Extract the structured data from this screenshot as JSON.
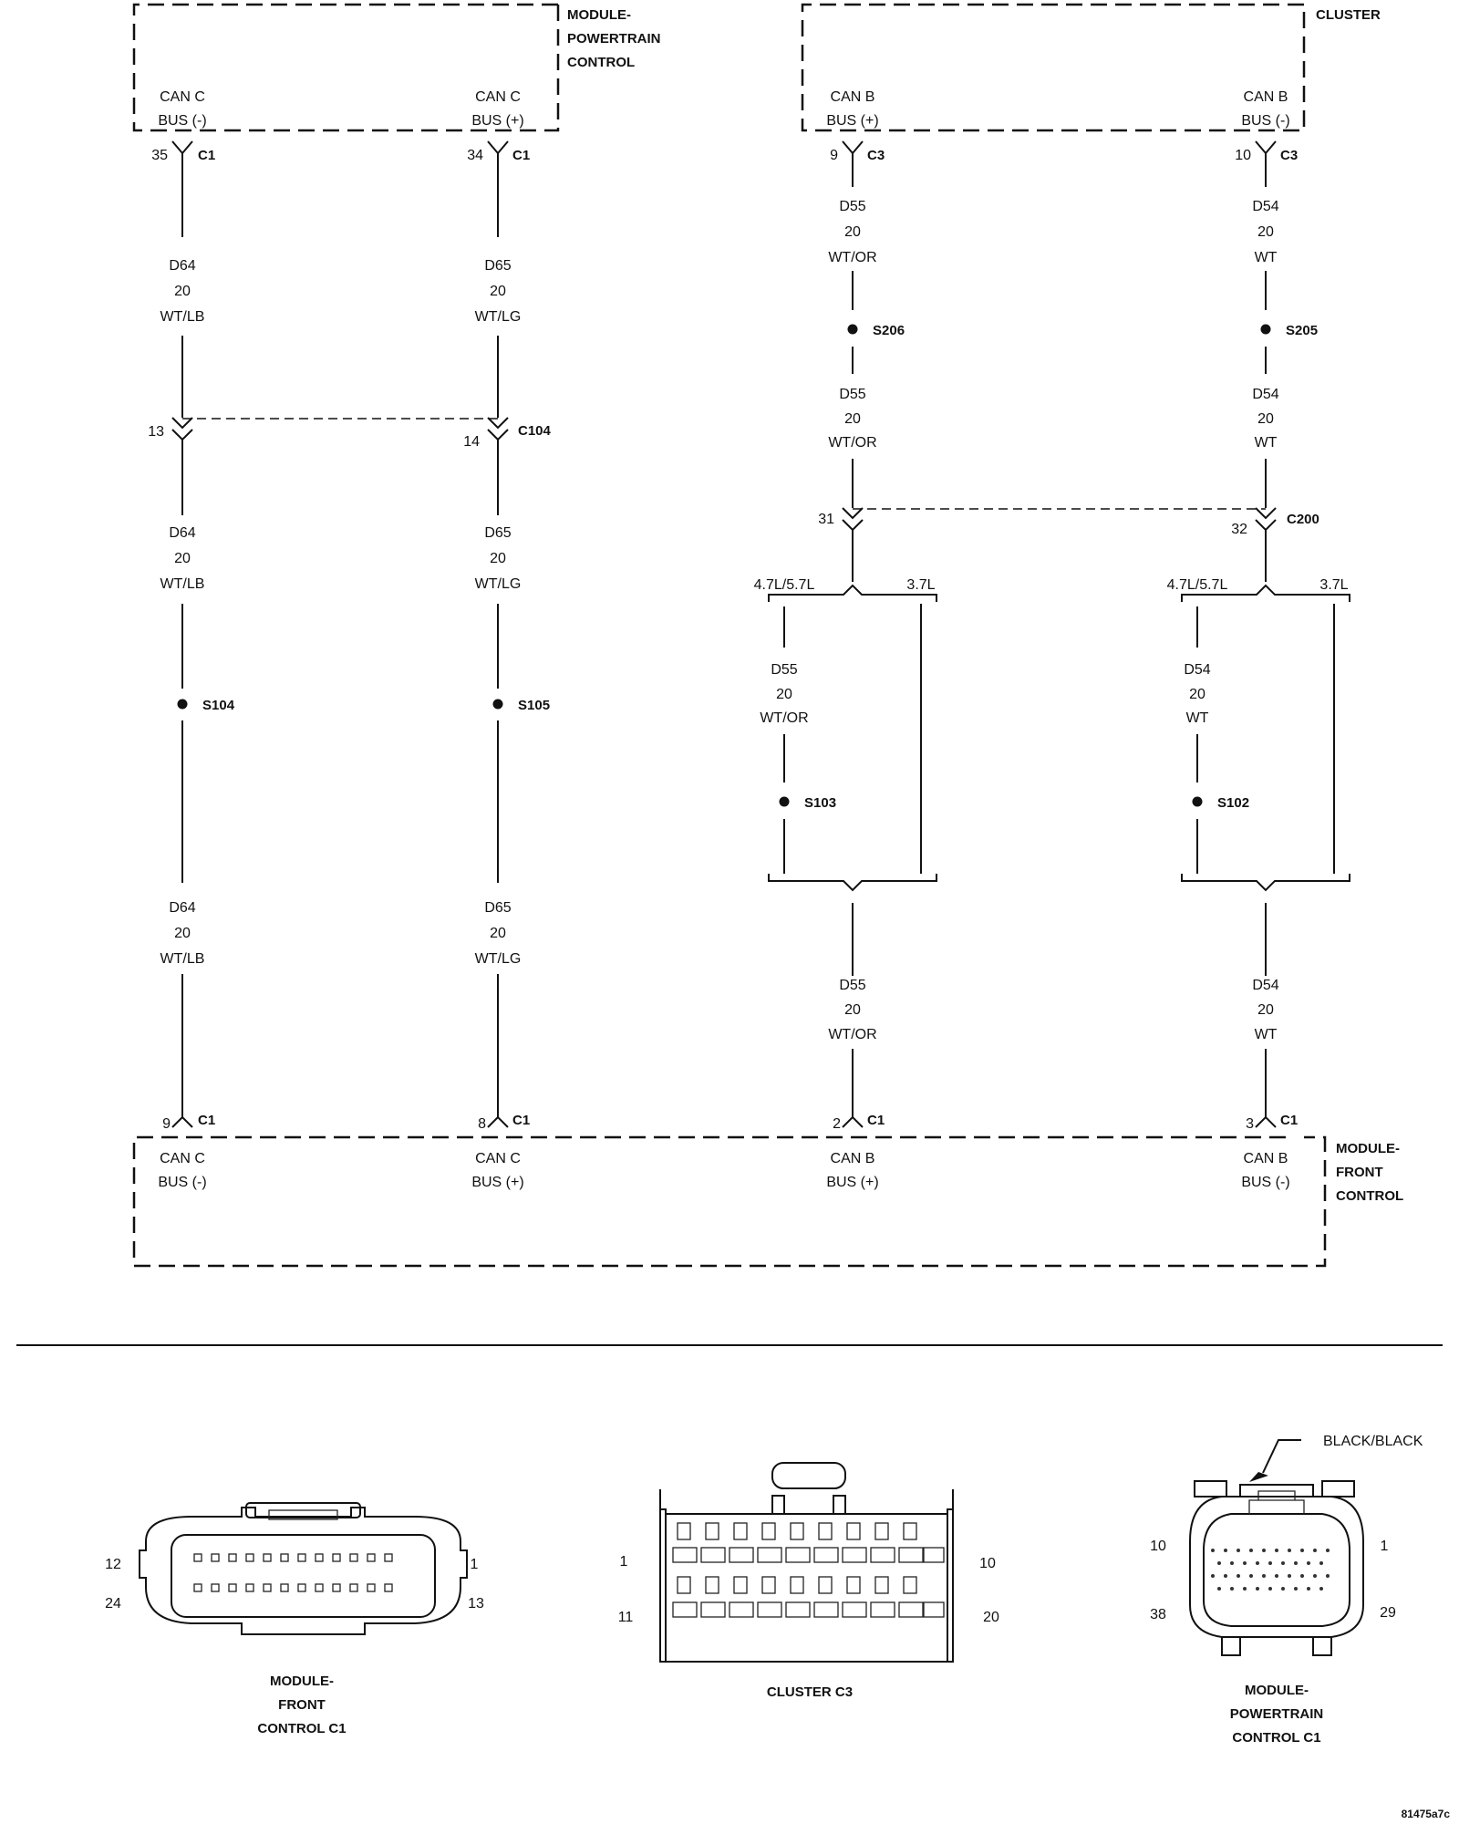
{
  "modules": {
    "pcm": {
      "name": [
        "MODULE-",
        "POWERTRAIN",
        "CONTROL"
      ]
    },
    "cluster": {
      "name": [
        "CLUSTER"
      ]
    },
    "fcm": {
      "name": [
        "MODULE-",
        "FRONT",
        "CONTROL"
      ]
    }
  },
  "terminals": {
    "can_c_minus": [
      "CAN C",
      "BUS (-)"
    ],
    "can_c_plus": [
      "CAN C",
      "BUS (+)"
    ],
    "can_b_plus": [
      "CAN B",
      "BUS (+)"
    ],
    "can_b_minus": [
      "CAN B",
      "BUS (-)"
    ]
  },
  "pins": {
    "pcm_c1_35": "35",
    "pcm_c1_34": "34",
    "cluster_c3_9": "9",
    "cluster_c3_10": "10",
    "c104_13": "13",
    "c104_14": "14",
    "c200_31": "31",
    "c200_32": "32",
    "fcm_c1_9": "9",
    "fcm_c1_8": "8",
    "fcm_c1_2": "2",
    "fcm_c1_3": "3"
  },
  "connectors": {
    "c1": "C1",
    "c3": "C3",
    "c104": "C104",
    "c200": "C200"
  },
  "splices": {
    "s104": "S104",
    "s105": "S105",
    "s206": "S206",
    "s205": "S205",
    "s103": "S103",
    "s102": "S102"
  },
  "wires": {
    "d64": [
      "D64",
      "20",
      "WT/LB"
    ],
    "d65": [
      "D65",
      "20",
      "WT/LG"
    ],
    "d55": [
      "D55",
      "20",
      "WT/OR"
    ],
    "d54": [
      "D54",
      "20",
      "WT"
    ]
  },
  "variants": {
    "v47_57": "4.7L/5.7L",
    "v37": "3.7L"
  },
  "connector_views": {
    "fcm_c1": {
      "title": [
        "MODULE-",
        "FRONT",
        "CONTROL C1"
      ],
      "pins": {
        "tl": "12",
        "tr": "1",
        "bl": "24",
        "br": "13"
      }
    },
    "cluster_c3": {
      "title": [
        "CLUSTER C3"
      ],
      "pins": {
        "tl": "1",
        "tr": "10",
        "bl": "11",
        "br": "20"
      }
    },
    "pcm_c1": {
      "title": [
        "MODULE-",
        "POWERTRAIN",
        "CONTROL C1"
      ],
      "color": "BLACK/BLACK",
      "pins": {
        "tl": "10",
        "tr": "1",
        "bl": "38",
        "br": "29"
      }
    }
  },
  "figure_id": "81475a7c"
}
